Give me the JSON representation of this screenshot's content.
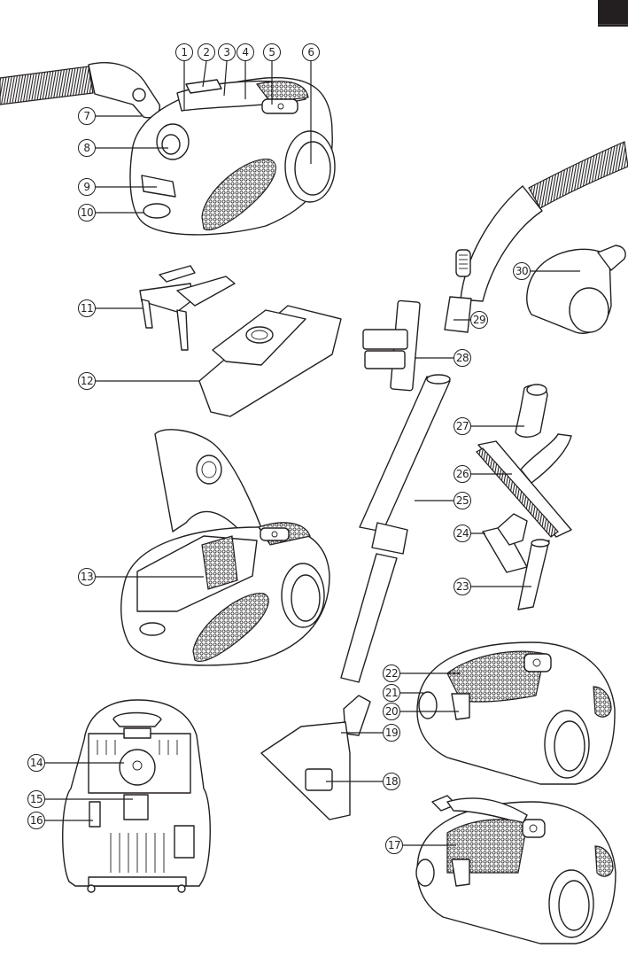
{
  "page": {
    "language_tab": {
      "color": "#231f20",
      "text": ""
    }
  },
  "figure": {
    "subject": "Vacuum cleaner parts overview",
    "line_color": "#231f20",
    "callouts": [
      {
        "id": "1",
        "label": "1"
      },
      {
        "id": "2",
        "label": "2"
      },
      {
        "id": "3",
        "label": "3"
      },
      {
        "id": "4",
        "label": "4"
      },
      {
        "id": "5",
        "label": "5"
      },
      {
        "id": "6",
        "label": "6"
      },
      {
        "id": "7",
        "label": "7"
      },
      {
        "id": "8",
        "label": "8"
      },
      {
        "id": "9",
        "label": "9"
      },
      {
        "id": "10",
        "label": "10"
      },
      {
        "id": "11",
        "label": "11"
      },
      {
        "id": "12",
        "label": "12"
      },
      {
        "id": "13",
        "label": "13"
      },
      {
        "id": "14",
        "label": "14"
      },
      {
        "id": "15",
        "label": "15"
      },
      {
        "id": "16",
        "label": "16"
      },
      {
        "id": "17",
        "label": "17"
      },
      {
        "id": "18",
        "label": "18"
      },
      {
        "id": "19",
        "label": "19"
      },
      {
        "id": "20",
        "label": "20"
      },
      {
        "id": "21",
        "label": "21"
      },
      {
        "id": "22",
        "label": "22"
      },
      {
        "id": "23",
        "label": "23"
      },
      {
        "id": "24",
        "label": "24"
      },
      {
        "id": "25",
        "label": "25"
      },
      {
        "id": "26",
        "label": "26"
      },
      {
        "id": "27",
        "label": "27"
      },
      {
        "id": "28",
        "label": "28"
      },
      {
        "id": "29",
        "label": "29"
      },
      {
        "id": "30",
        "label": "30"
      }
    ],
    "illustrations": [
      "vacuum-cleaner-top-view",
      "hose-end",
      "bag-holder",
      "dust-bag",
      "vacuum-cleaner-open-lid",
      "vacuum-cleaner-bottom-view",
      "hose-with-handle",
      "turbo-brush",
      "accessory-holder",
      "telescopic-tube",
      "small-nozzle",
      "hard-floor-nozzle",
      "upholstery-nozzle",
      "crevice-tool",
      "floor-nozzle",
      "vacuum-cleaner-side-view",
      "vacuum-cleaner-filter-view"
    ]
  }
}
